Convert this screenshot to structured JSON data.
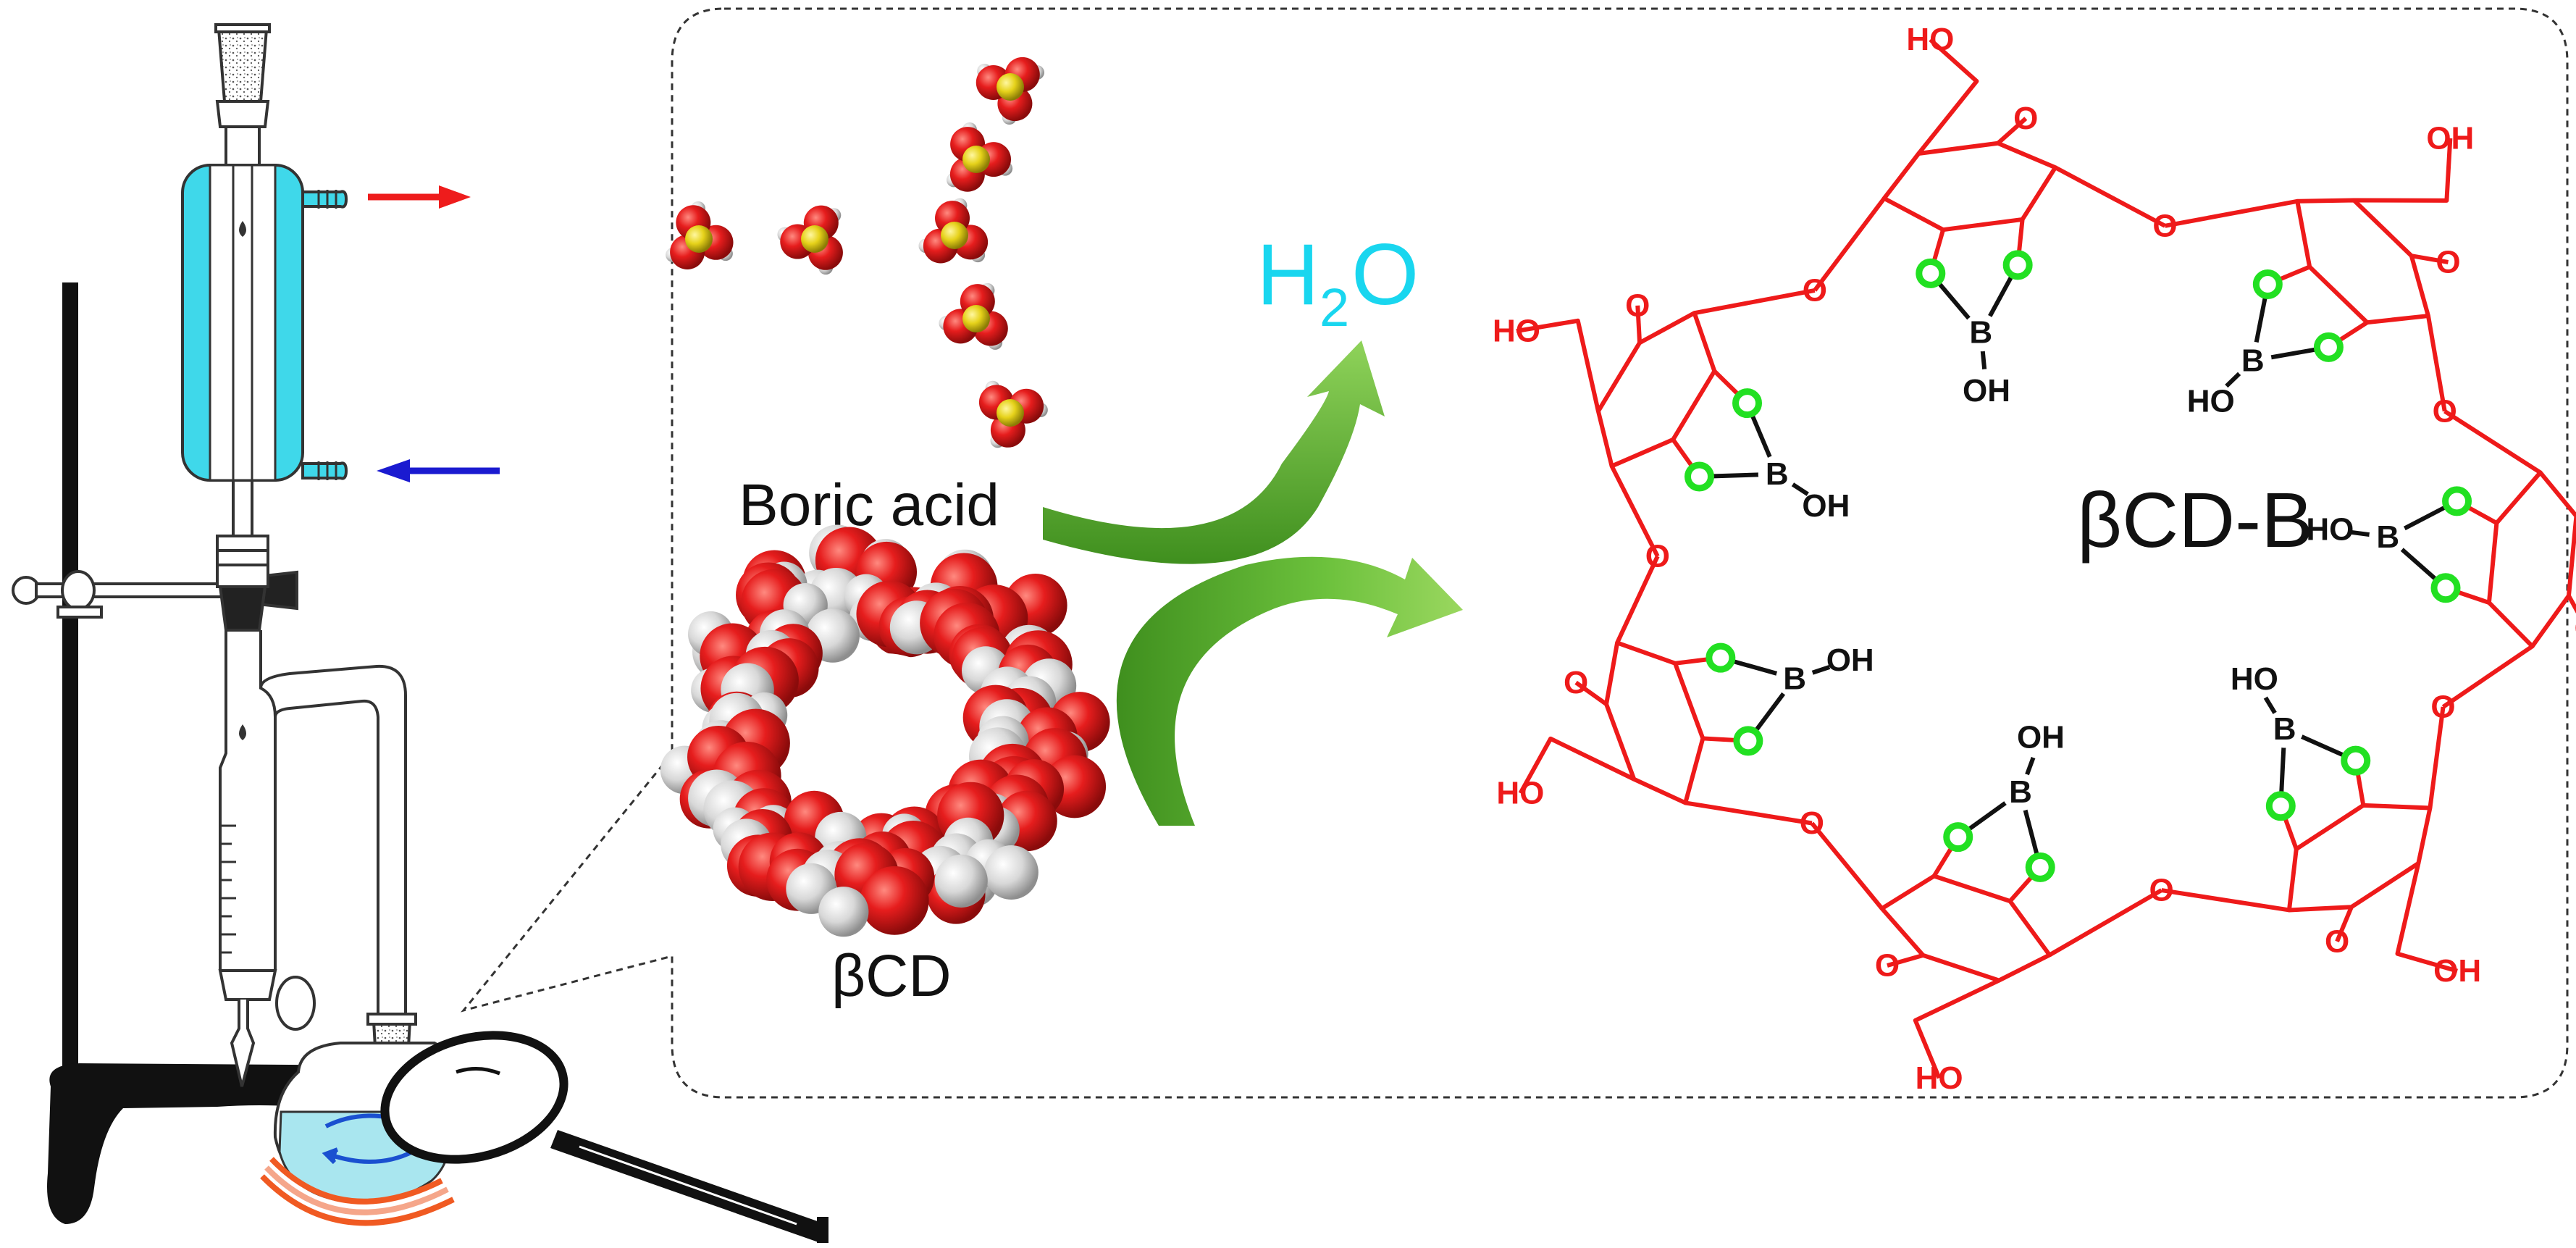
{
  "labels": {
    "boric_acid": "Boric acid",
    "beta_cd": "βCD",
    "water": "H",
    "water_sub": "2",
    "water_o": "O",
    "product": "βCD-B"
  },
  "chem_text": {
    "hydroxyl_left": "HO",
    "hydroxyl_right": "OH",
    "oxygen": "O",
    "boron": "B"
  },
  "colors": {
    "apparatus_line": "#333333",
    "coolant": "#3fd8ea",
    "outflow_arrow": "#ee1c1c",
    "inflow_arrow": "#1a1ad0",
    "reaction_arrow": "#6cc13c",
    "water_label": "#19d6ef",
    "cd_skeleton": "#ee1a1a",
    "boronate_oxygen": "#22e022",
    "boron_bond": "#111111",
    "flask_liquid": "#a9e6ef",
    "heating_mantle": "#f05a22",
    "stand": "#111111"
  },
  "icons": {
    "outflow": "arrow-right-icon",
    "inflow": "arrow-left-icon",
    "magnifier": "magnifying-glass-icon",
    "stirring": "circular-arrows-icon"
  }
}
